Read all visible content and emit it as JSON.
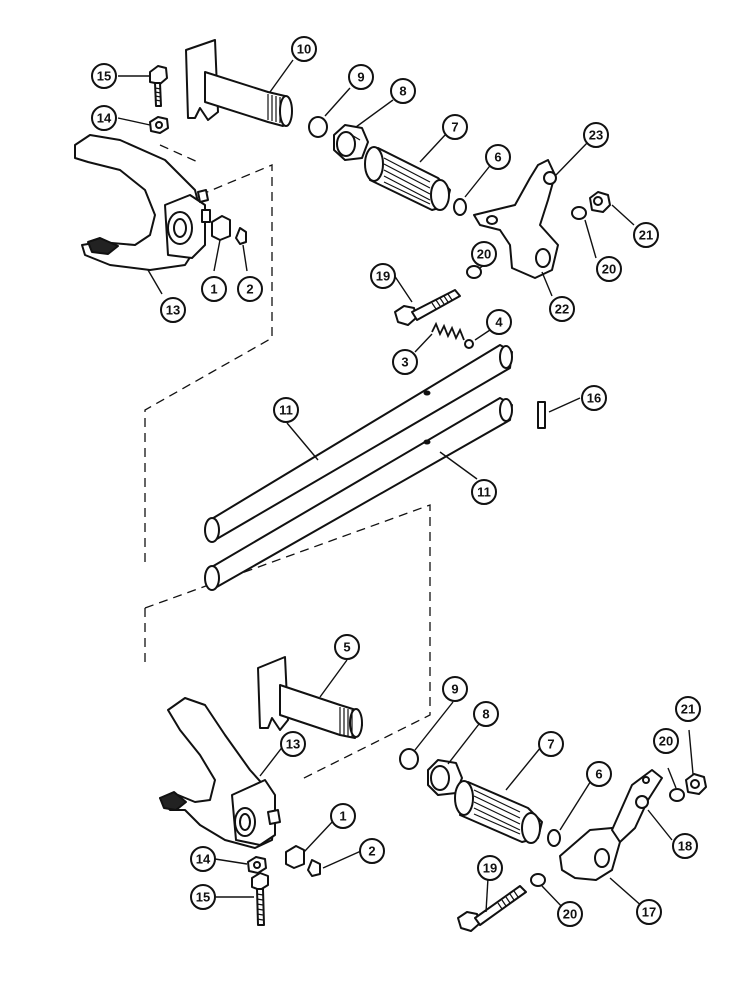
{
  "callouts": [
    {
      "id": "c1",
      "label": "10"
    },
    {
      "id": "c2",
      "label": "9"
    },
    {
      "id": "c3",
      "label": "8"
    },
    {
      "id": "c4",
      "label": "7"
    },
    {
      "id": "c5",
      "label": "6"
    },
    {
      "id": "c6",
      "label": "23"
    },
    {
      "id": "c7",
      "label": "21"
    },
    {
      "id": "c8",
      "label": "20"
    },
    {
      "id": "c9",
      "label": "22"
    },
    {
      "id": "c10",
      "label": "15"
    },
    {
      "id": "c11",
      "label": "14"
    },
    {
      "id": "c12",
      "label": "13"
    },
    {
      "id": "c13",
      "label": "1"
    },
    {
      "id": "c14",
      "label": "2"
    },
    {
      "id": "c15",
      "label": "20"
    },
    {
      "id": "c16",
      "label": "19"
    },
    {
      "id": "c17",
      "label": "4"
    },
    {
      "id": "c18",
      "label": "3"
    },
    {
      "id": "c19",
      "label": "16"
    },
    {
      "id": "c20",
      "label": "11"
    },
    {
      "id": "c21",
      "label": "11"
    },
    {
      "id": "c22",
      "label": "5"
    },
    {
      "id": "c23",
      "label": "13"
    },
    {
      "id": "c24",
      "label": "9"
    },
    {
      "id": "c25",
      "label": "8"
    },
    {
      "id": "c26",
      "label": "7"
    },
    {
      "id": "c27",
      "label": "6"
    },
    {
      "id": "c28",
      "label": "21"
    },
    {
      "id": "c29",
      "label": "20"
    },
    {
      "id": "c30",
      "label": "18"
    },
    {
      "id": "c31",
      "label": "17"
    },
    {
      "id": "c32",
      "label": "20"
    },
    {
      "id": "c33",
      "label": "19"
    },
    {
      "id": "c34",
      "label": "1"
    },
    {
      "id": "c35",
      "label": "2"
    },
    {
      "id": "c36",
      "label": "14"
    },
    {
      "id": "c37",
      "label": "15"
    }
  ]
}
